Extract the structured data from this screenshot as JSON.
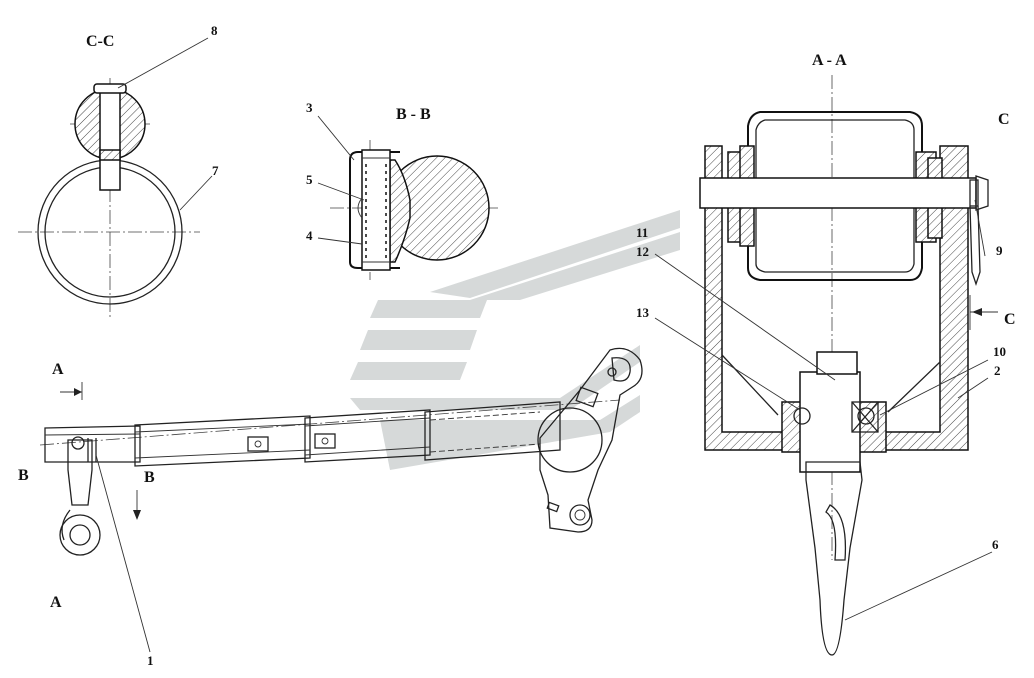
{
  "sections": {
    "cc": "C-C",
    "bb": "B - B",
    "aa": "A - A",
    "c_view": "C",
    "a_top": "A",
    "a_bottom": "A",
    "b_left": "B",
    "b_right": "B",
    "c_arrow": "C"
  },
  "callouts": {
    "n1": "1",
    "n2": "2",
    "n3": "3",
    "n4": "4",
    "n5": "5",
    "n6": "6",
    "n7": "7",
    "n8": "8",
    "n9": "9",
    "n10": "10",
    "n11": "11",
    "n12": "12",
    "n13": "13"
  },
  "colors": {
    "line": "#222222",
    "watermark": "#d6d9d9",
    "hatch": "#333333"
  }
}
